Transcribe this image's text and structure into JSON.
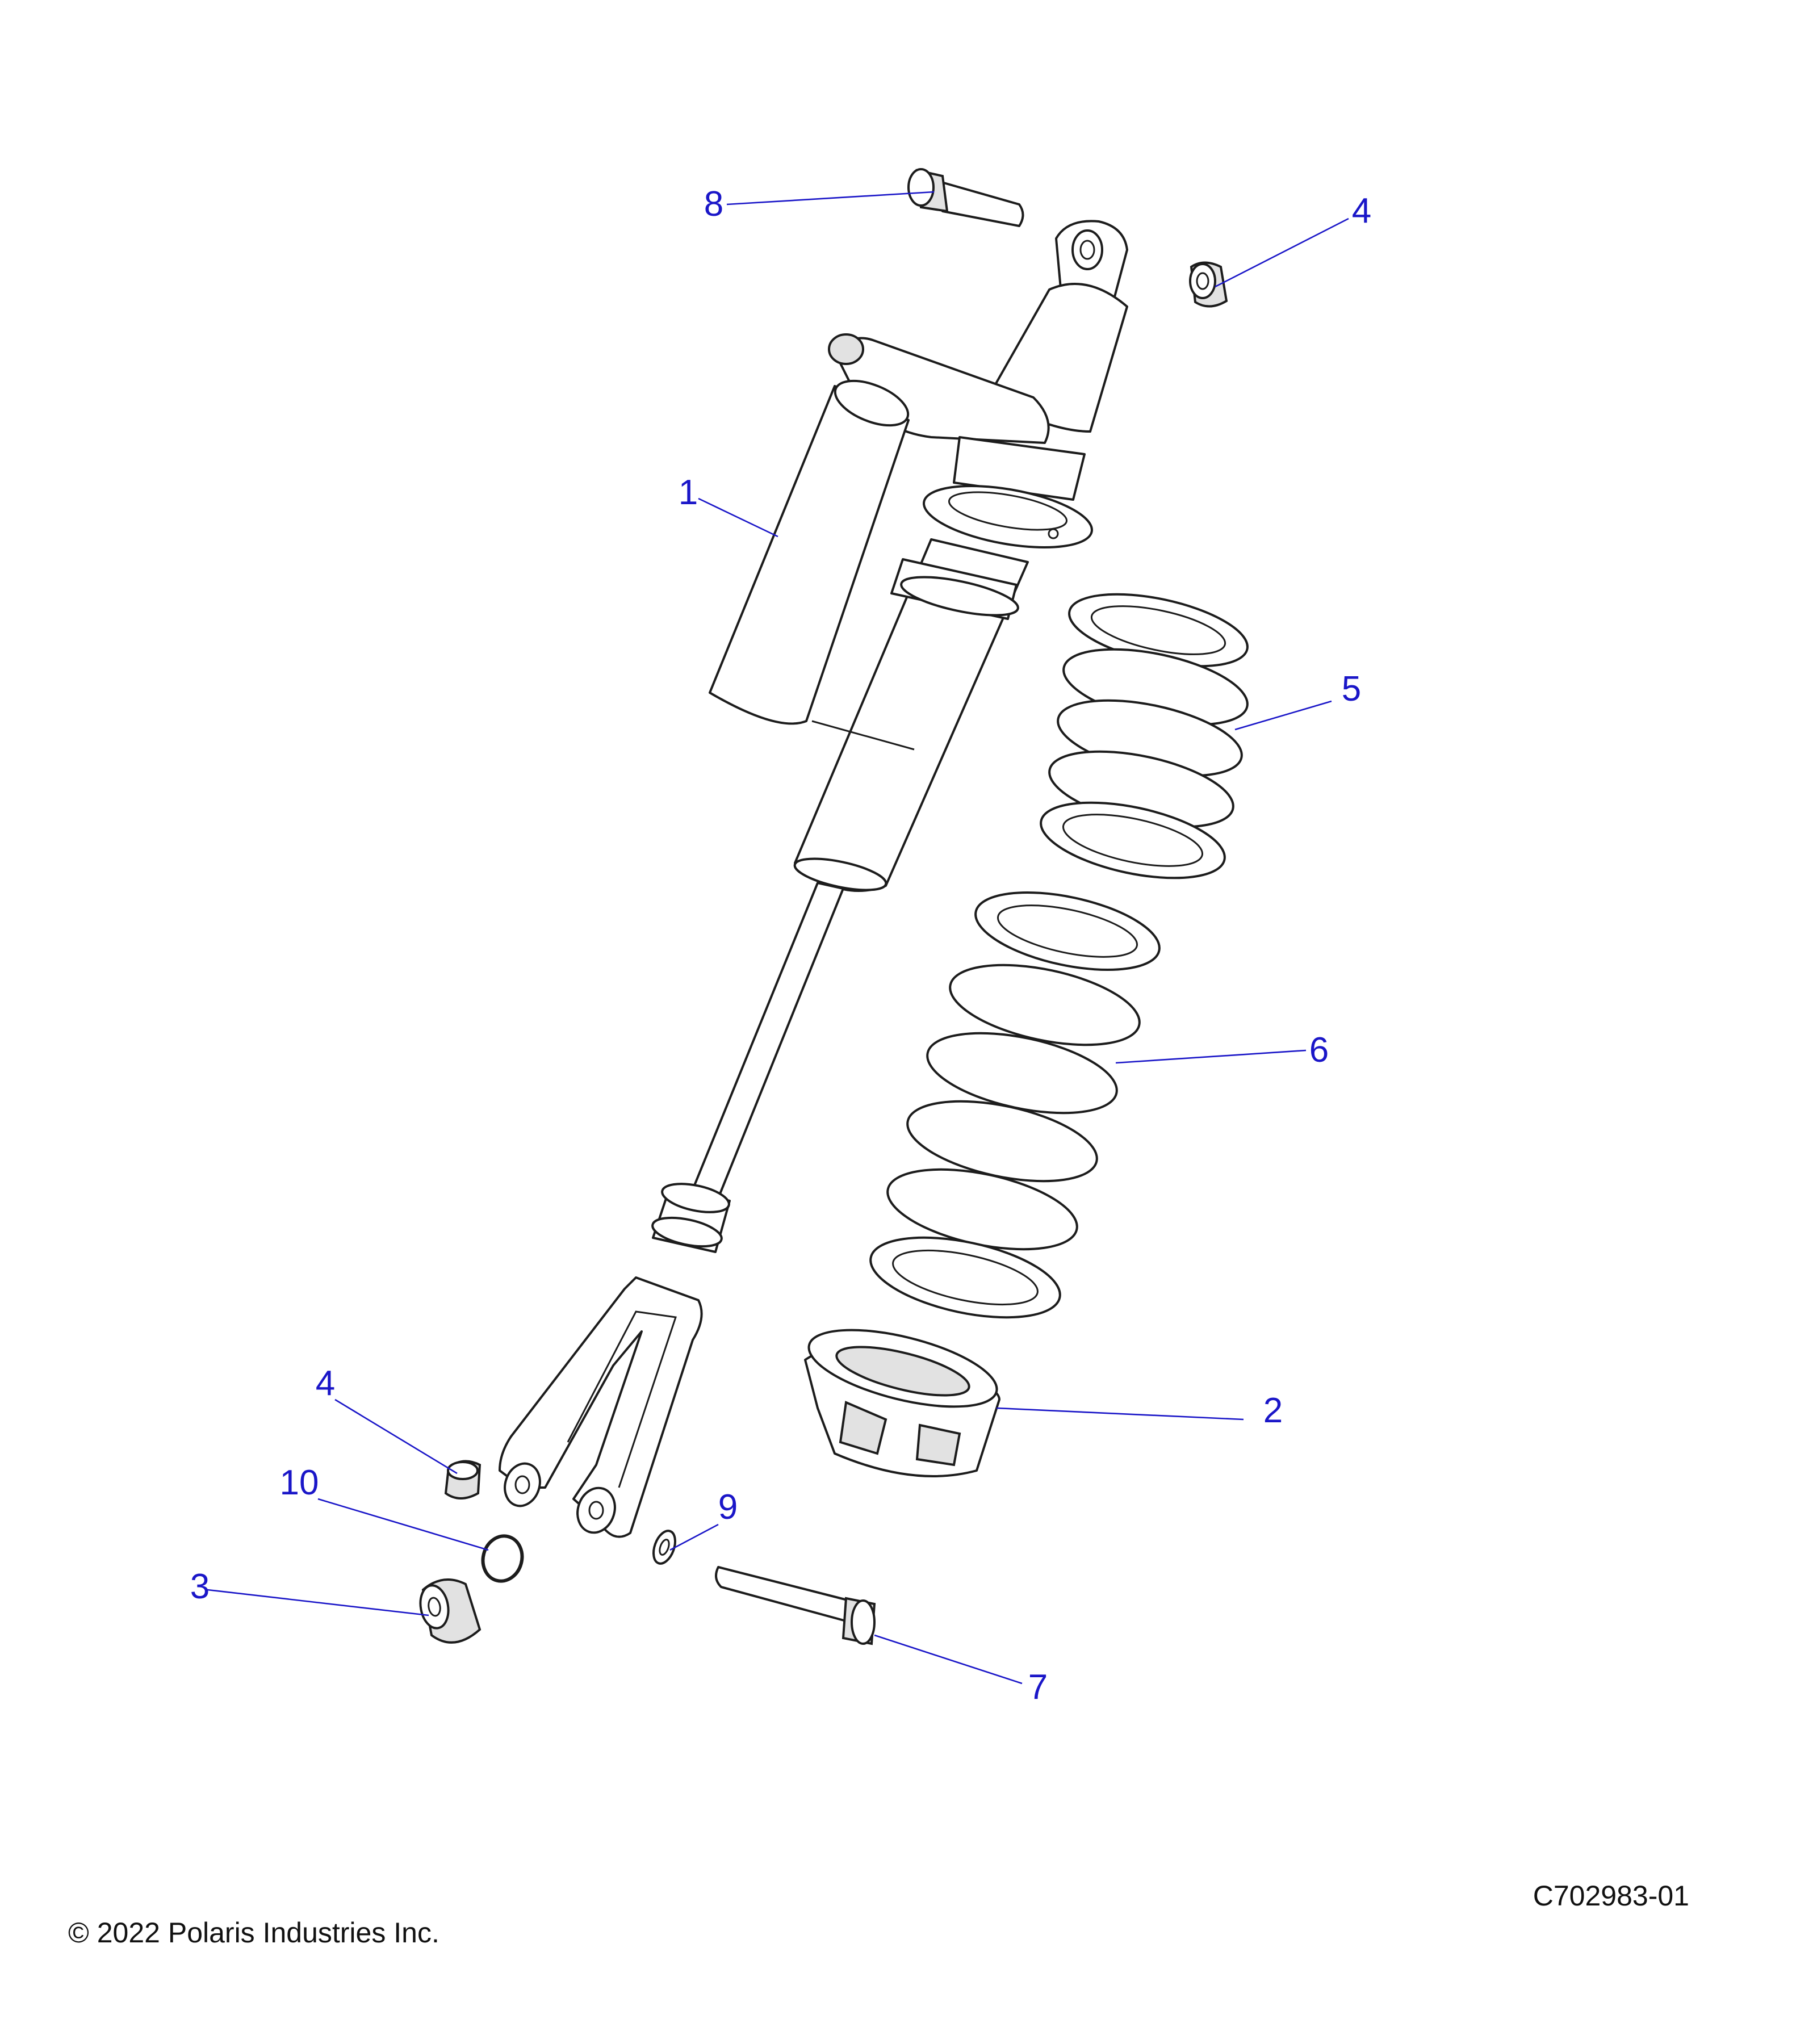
{
  "callouts": [
    {
      "id": "8",
      "label": "8"
    },
    {
      "id": "4a",
      "label": "4"
    },
    {
      "id": "1",
      "label": "1"
    },
    {
      "id": "5",
      "label": "5"
    },
    {
      "id": "6",
      "label": "6"
    },
    {
      "id": "2",
      "label": "2"
    },
    {
      "id": "4b",
      "label": "4"
    },
    {
      "id": "10",
      "label": "10"
    },
    {
      "id": "9",
      "label": "9"
    },
    {
      "id": "3",
      "label": "3"
    },
    {
      "id": "7",
      "label": "7"
    }
  ],
  "footer": {
    "drawing_code": "C702983-01",
    "copyright": "© 2022 Polaris Industries Inc."
  },
  "colors": {
    "callout": "#1a16c8",
    "line": "#1c1c1c",
    "shade": "#e2e2e2"
  }
}
